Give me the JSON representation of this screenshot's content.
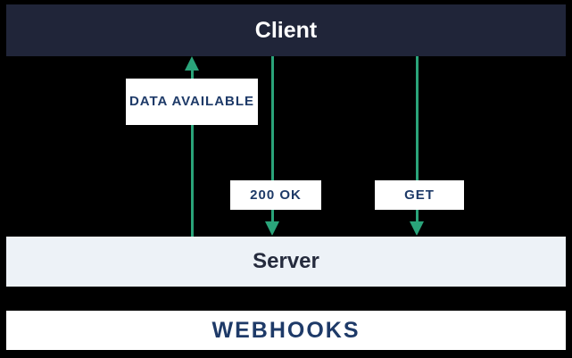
{
  "diagram": {
    "title": "WEBHOOKS",
    "client_label": "Client",
    "server_label": "Server",
    "messages": {
      "data_available": "DATA AVAILABLE",
      "response": "200 OK",
      "request": "GET"
    },
    "arrows": [
      {
        "name": "data-available",
        "direction": "up",
        "from": "Server",
        "to": "Client"
      },
      {
        "name": "response-200-ok",
        "direction": "down",
        "from": "Client",
        "to": "Server"
      },
      {
        "name": "request-get",
        "direction": "down",
        "from": "Client",
        "to": "Server"
      }
    ],
    "colors": {
      "background": "#000000",
      "client_bar": "#202539",
      "client_text": "#FFFFFF",
      "server_bar": "#EDF2F7",
      "server_text": "#252B3D",
      "webhooks_bar": "#FFFFFF",
      "label_text": "#1E3A68",
      "arrow": "#2AA47A"
    }
  }
}
